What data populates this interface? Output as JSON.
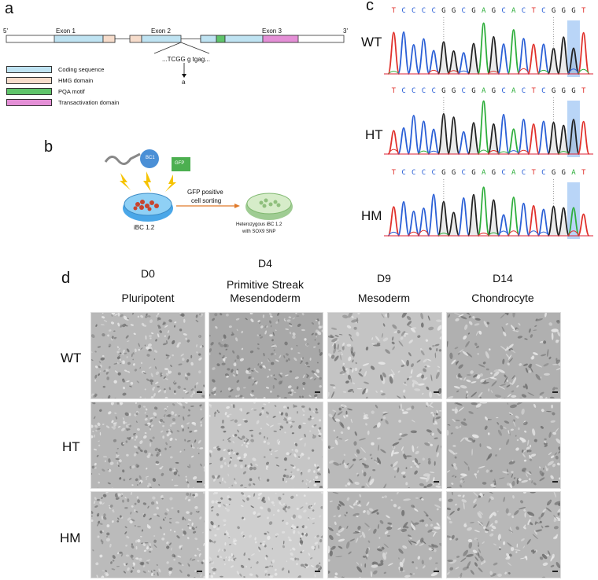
{
  "panels": {
    "a": {
      "letter": "a",
      "five_prime": "5'",
      "three_prime": "3'",
      "exons": [
        "Exon 1",
        "Exon 2",
        "Exon 3"
      ],
      "mutation_seq": "...TCGG g tgag...",
      "mutation_alt": "a",
      "legend": [
        {
          "label": "Coding sequence",
          "color": "#bfe3f2"
        },
        {
          "label": "HMG domain",
          "color": "#f6dccb"
        },
        {
          "label": "PQA motif",
          "color": "#5fc46a"
        },
        {
          "label": "Transactivation domain",
          "color": "#e48fd6"
        }
      ]
    },
    "b": {
      "letter": "b",
      "bc_label": "BC1",
      "gfp_label": "GFP",
      "sort_label_1": "GFP positive",
      "sort_label_2": "cell sorting",
      "dish_left_label": "iBC 1.2",
      "dish_right_label_1": "Heterozygous iBC 1.2",
      "dish_right_label_2": "with SOX9 SNP"
    },
    "c": {
      "letter": "c",
      "rows": [
        {
          "genotype": "WT",
          "sequence": "TCCCCGGCGAGCACTCGGGT"
        },
        {
          "genotype": "HT",
          "sequence": "TCCCCGGCGAGCACTCGGGT"
        },
        {
          "genotype": "HM",
          "sequence": "TCCCCGGCGAGCACTCGGAT"
        }
      ],
      "colors": {
        "A": "#2eae3b",
        "C": "#2a5fd6",
        "G": "#222222",
        "T": "#e0312b"
      },
      "highlight": "#7fb2f0"
    },
    "d": {
      "letter": "d",
      "days": [
        "D0",
        "D4",
        "D9",
        "D14"
      ],
      "stages": [
        "Pluripotent",
        "Primitive Streak\nMesendoderm",
        "Mesoderm",
        "Chondrocyte"
      ],
      "genotypes": [
        "WT",
        "HT",
        "HM"
      ]
    }
  }
}
